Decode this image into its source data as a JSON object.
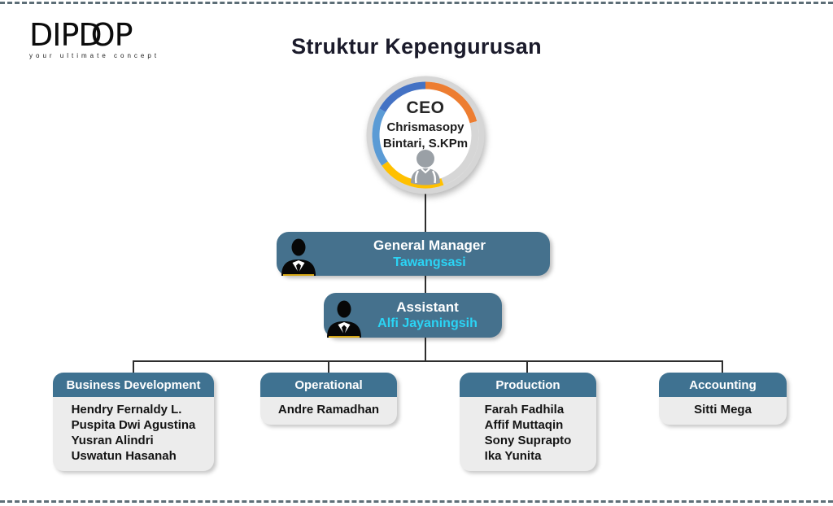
{
  "page": {
    "title": "Struktur Kepengurusan"
  },
  "logo": {
    "text_part1": "DIPD",
    "text_part2": "OP",
    "tagline": "your ultimate concept"
  },
  "colors": {
    "pill_teal": "#45718d",
    "dept_header_teal": "#3f7291",
    "accent_cyan": "#2bd4f5",
    "ring_blue_dark": "#4472c4",
    "ring_blue_light": "#5b9bd5",
    "ring_orange": "#ed7d31",
    "ring_yellow": "#ffc000",
    "ring_gray": "#d6d6d6"
  },
  "org": {
    "ceo": {
      "role": "CEO",
      "name_line1": "Chrismasopy",
      "name_line2": "Bintari, S.KPm"
    },
    "general_manager": {
      "role": "General Manager",
      "name": "Tawangsasi"
    },
    "assistant": {
      "role": "Assistant",
      "name": "Alfi Jayaningsih"
    },
    "departments": [
      {
        "name": "Business Development",
        "members": [
          "Hendry Fernaldy L.",
          "Puspita Dwi Agustina",
          "Yusran Alindri",
          "Uswatun Hasanah"
        ]
      },
      {
        "name": "Operational",
        "members": [
          "Andre Ramadhan"
        ]
      },
      {
        "name": "Production",
        "members": [
          "Farah Fadhila",
          "Affif Muttaqin",
          "Sony Suprapto",
          "Ika Yunita"
        ]
      },
      {
        "name": "Accounting",
        "members": [
          "Sitti Mega"
        ]
      }
    ]
  }
}
